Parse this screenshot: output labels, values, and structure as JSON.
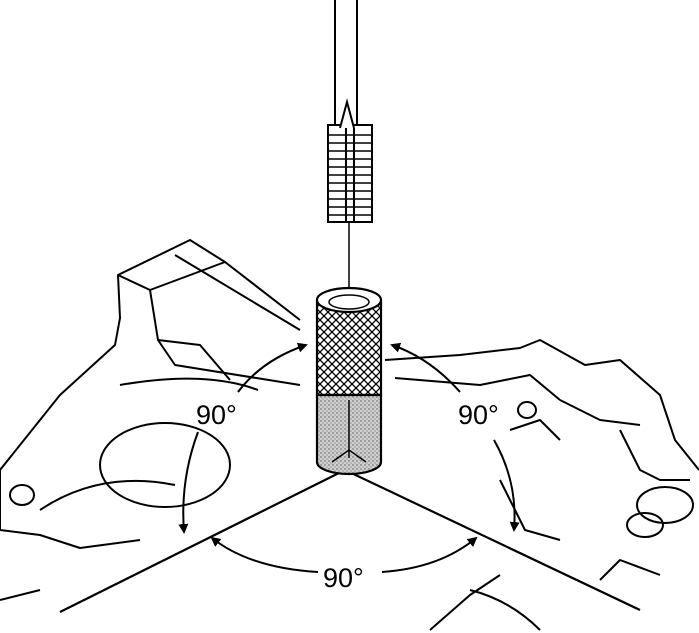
{
  "angle_labels": {
    "left": "90°",
    "right": "90°",
    "bottom": "90°"
  },
  "colors": {
    "line": "#000000",
    "background": "#ffffff",
    "insert_shade": "#bdbdbd"
  }
}
